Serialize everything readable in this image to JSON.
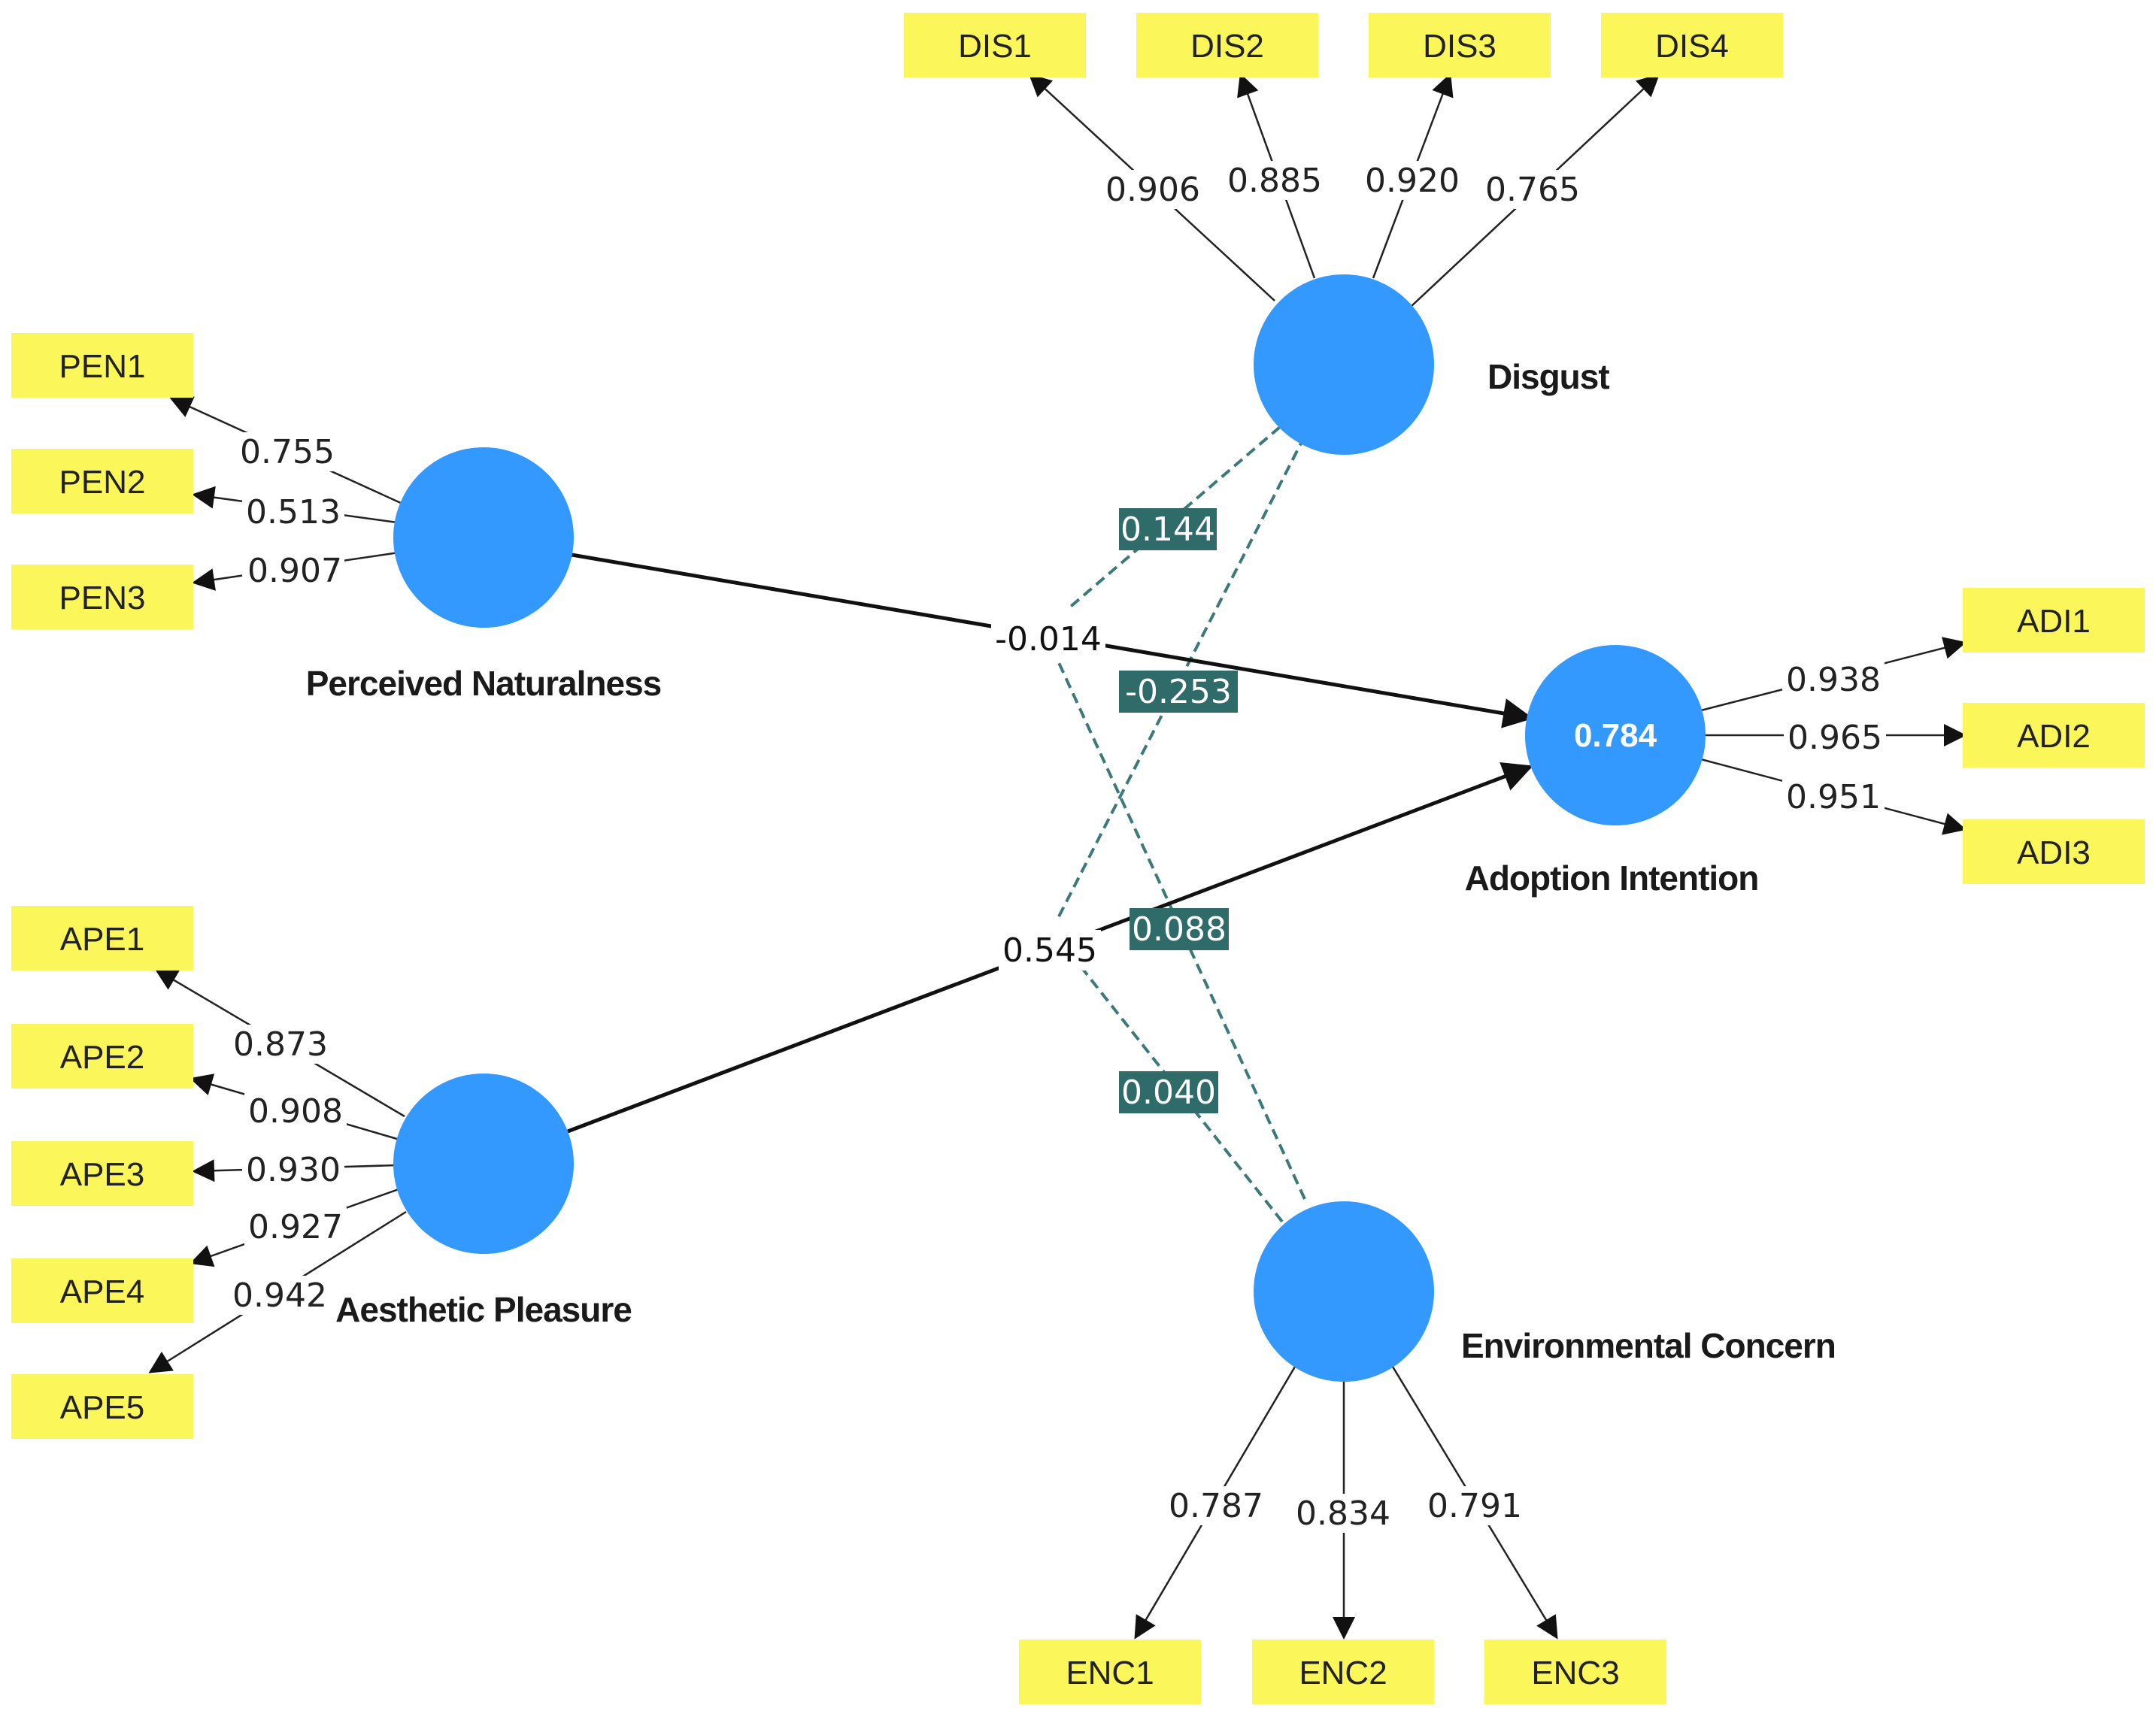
{
  "constructs": {
    "pen": {
      "name": "Perceived Naturalness"
    },
    "ape": {
      "name": "Aesthetic Pleasure"
    },
    "dis": {
      "name": "Disgust"
    },
    "enc": {
      "name": "Environmental Concern"
    },
    "adi": {
      "name": "Adoption Intention",
      "r2": "0.784"
    }
  },
  "indicators": {
    "pen": [
      {
        "label": "PEN1",
        "loading": "0.755"
      },
      {
        "label": "PEN2",
        "loading": "0.513"
      },
      {
        "label": "PEN3",
        "loading": "0.907"
      }
    ],
    "ape": [
      {
        "label": "APE1",
        "loading": "0.873"
      },
      {
        "label": "APE2",
        "loading": "0.908"
      },
      {
        "label": "APE3",
        "loading": "0.930"
      },
      {
        "label": "APE4",
        "loading": "0.927"
      },
      {
        "label": "APE5",
        "loading": "0.942"
      }
    ],
    "dis": [
      {
        "label": "DIS1",
        "loading": "0.906"
      },
      {
        "label": "DIS2",
        "loading": "0.885"
      },
      {
        "label": "DIS3",
        "loading": "0.920"
      },
      {
        "label": "DIS4",
        "loading": "0.765"
      }
    ],
    "enc": [
      {
        "label": "ENC1",
        "loading": "0.787"
      },
      {
        "label": "ENC2",
        "loading": "0.834"
      },
      {
        "label": "ENC3",
        "loading": "0.791"
      }
    ],
    "adi": [
      {
        "label": "ADI1",
        "loading": "0.938"
      },
      {
        "label": "ADI2",
        "loading": "0.965"
      },
      {
        "label": "ADI3",
        "loading": "0.951"
      }
    ]
  },
  "paths": {
    "pen_adi": "-0.014",
    "ape_adi": "0.545"
  },
  "moderations": {
    "dis_pen": "0.144",
    "dis_ape": "-0.253",
    "enc_pen": "0.088",
    "enc_ape": "0.040"
  },
  "colors": {
    "construct": "#3399ff",
    "indicator": "#fbf65a",
    "moderation_label": "#2f6b69"
  }
}
